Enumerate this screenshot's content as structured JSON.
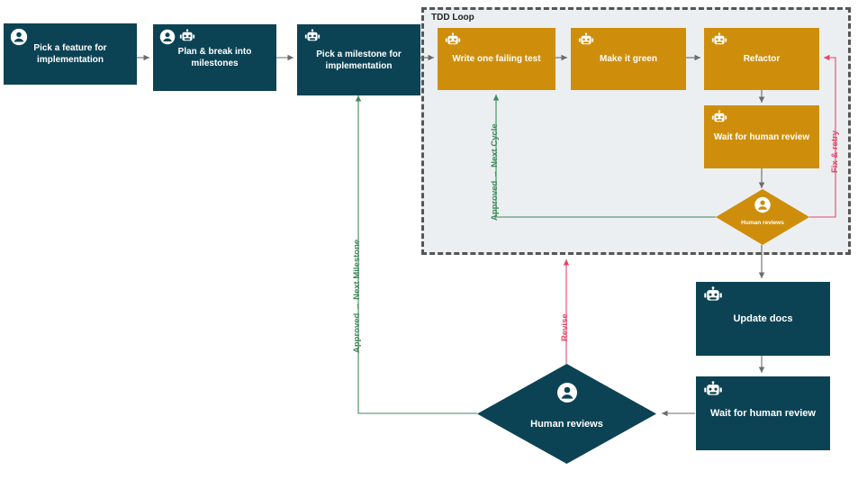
{
  "diagram": {
    "title": "TDD Loop",
    "type": "flowchart",
    "colors": {
      "teal": "#0c4354",
      "orange": "#ce8e0c",
      "cluster_fill": "#eceff1",
      "cluster_border": "#555555",
      "edge": "#6b6b6b",
      "approved": "#3f8a5c",
      "revise": "#e8456b"
    },
    "cluster": {
      "label": "TDD Loop"
    },
    "nodes": [
      {
        "id": "pick-feature",
        "label": "Pick a feature for implementation",
        "shape": "rect",
        "fill": "teal",
        "icons": [
          "person-icon"
        ]
      },
      {
        "id": "plan-milestones",
        "label": "Plan & break into milestones",
        "shape": "rect",
        "fill": "teal",
        "icons": [
          "person-icon",
          "robot-icon"
        ]
      },
      {
        "id": "pick-milestone",
        "label": "Pick a milestone for implementation",
        "shape": "rect",
        "fill": "teal",
        "icons": [
          "robot-icon"
        ]
      },
      {
        "id": "write-failing-test",
        "label": "Write one failing test",
        "shape": "rect",
        "fill": "orange",
        "icons": [
          "robot-icon"
        ]
      },
      {
        "id": "make-it-green",
        "label": "Make it green",
        "shape": "rect",
        "fill": "orange",
        "icons": [
          "robot-icon"
        ]
      },
      {
        "id": "refactor",
        "label": "Refactor",
        "shape": "rect",
        "fill": "orange",
        "icons": [
          "robot-icon"
        ]
      },
      {
        "id": "wait-review-loop",
        "label": "Wait for human review",
        "shape": "rect",
        "fill": "orange",
        "icons": [
          "robot-icon"
        ]
      },
      {
        "id": "human-reviews-loop",
        "label": "Human reviews",
        "shape": "diamond",
        "fill": "orange",
        "icons": [
          "person-icon"
        ]
      },
      {
        "id": "update-docs",
        "label": "Update docs",
        "shape": "rect",
        "fill": "teal",
        "icons": [
          "robot-icon"
        ]
      },
      {
        "id": "wait-review-final",
        "label": "Wait for human review",
        "shape": "rect",
        "fill": "teal",
        "icons": [
          "robot-icon"
        ]
      },
      {
        "id": "human-reviews-final",
        "label": "Human reviews",
        "shape": "diamond",
        "fill": "teal",
        "icons": [
          "person-icon"
        ]
      }
    ],
    "edge_labels": [
      {
        "id": "approved-next-cycle",
        "text": "Approved → Next Cycle",
        "color": "#3f8a5c"
      },
      {
        "id": "fix-and-retry",
        "text": "Fix & retry",
        "color": "#e8456b"
      },
      {
        "id": "approved-next-milestone",
        "text": "Approved → Next Milestone",
        "color": "#3f8a5c"
      },
      {
        "id": "revise",
        "text": "Revise",
        "color": "#e8456b"
      }
    ]
  }
}
